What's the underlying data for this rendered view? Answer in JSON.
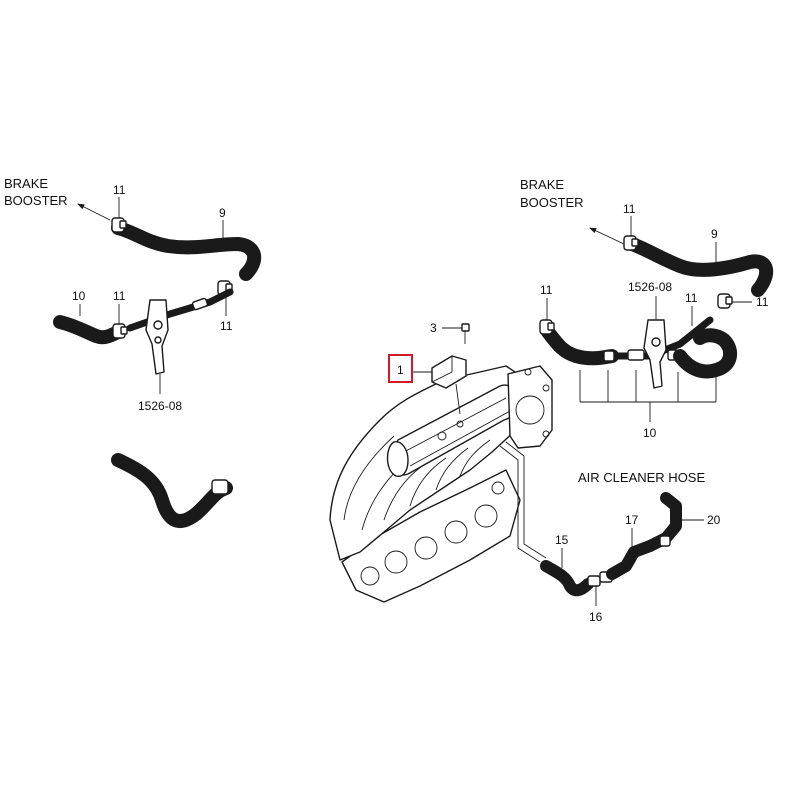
{
  "labels": {
    "brake_booster_left": [
      "BRAKE",
      "BOOSTER"
    ],
    "brake_booster_right": [
      "BRAKE",
      "BOOSTER"
    ],
    "air_cleaner_hose": "AIR CLEANER HOSE",
    "callouts": {
      "left_11_top": "11",
      "left_9": "9",
      "left_10": "10",
      "left_11_mid": "11",
      "left_11_right": "11",
      "left_1526": "1526-08",
      "center_3": "3",
      "center_1": "1",
      "right_11_top": "11",
      "right_9": "9",
      "right_11_left": "11",
      "right_1526": "1526-08",
      "right_11_mid": "11",
      "right_11_far": "11",
      "right_10": "10",
      "bottom_15": "15",
      "bottom_17": "17",
      "bottom_20": "20",
      "bottom_16": "16"
    }
  },
  "highlight": {
    "part": "1",
    "color": "#d11a2a"
  }
}
